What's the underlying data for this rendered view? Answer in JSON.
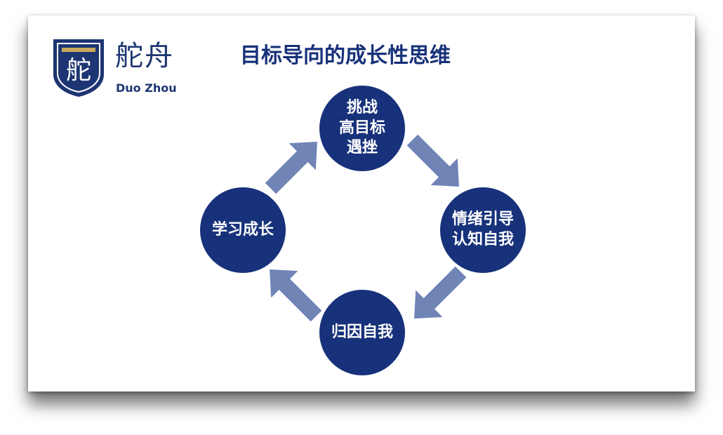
{
  "title": "目标导向的成长性思维",
  "logo": {
    "name_cn": "舵舟",
    "name_en": "Duo Zhou",
    "shield_mark": "舵"
  },
  "nodes": {
    "top": [
      "挑战",
      "高目标",
      "遇挫"
    ],
    "right": [
      "情绪引导",
      "认知自我"
    ],
    "bottom": [
      "归因自我"
    ],
    "left": [
      "学习成长"
    ]
  },
  "colors": {
    "node_fill": "#17317a",
    "arrow_fill": "#7084b5",
    "title": "#17317a"
  },
  "cycle_direction": "clockwise"
}
